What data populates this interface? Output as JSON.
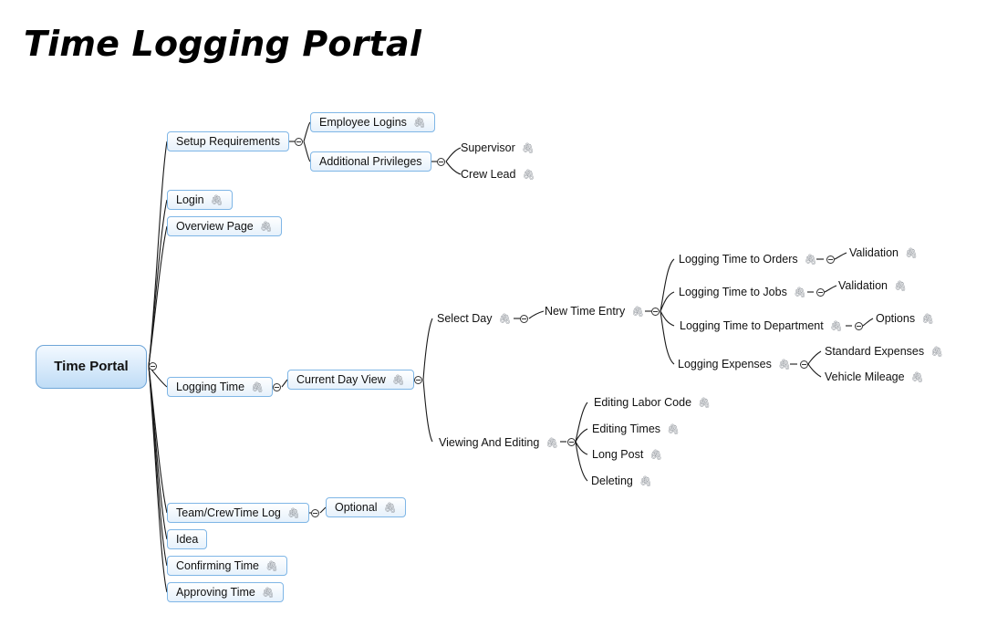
{
  "title": "Time Logging Portal",
  "attachment_icon": "paperclip-icon",
  "collapse_icon": "minus-circle-icon",
  "root": "Time Portal",
  "branches": {
    "setup_requirements": "Setup Requirements",
    "employee_logins": "Employee Logins",
    "additional_privileges": "Additional Privileges",
    "supervisor": "Supervisor",
    "crew_lead": "Crew Lead",
    "login": "Login",
    "overview_page": "Overview Page",
    "logging_time": "Logging Time",
    "current_day_view": "Current Day View",
    "select_day": "Select Day",
    "new_time_entry": "New Time Entry",
    "logging_time_to_orders": "Logging Time to Orders",
    "validation_orders": "Validation",
    "logging_time_to_jobs": "Logging Time to Jobs",
    "validation_jobs": "Validation",
    "logging_time_to_department": "Logging Time to Department",
    "options": "Options",
    "logging_expenses": "Logging Expenses",
    "standard_expenses": "Standard Expenses",
    "vehicle_mileage": "Vehicle Mileage",
    "viewing_and_editing": "Viewing And Editing",
    "editing_labor_code": "Editing Labor Code",
    "editing_times": "Editing Times",
    "long_post": "Long Post",
    "deleting": "Deleting",
    "team_crewtime_log": "Team/CrewTime Log",
    "optional": "Optional",
    "idea": "Idea",
    "confirming_time": "Confirming Time",
    "approving_time": "Approving Time"
  }
}
